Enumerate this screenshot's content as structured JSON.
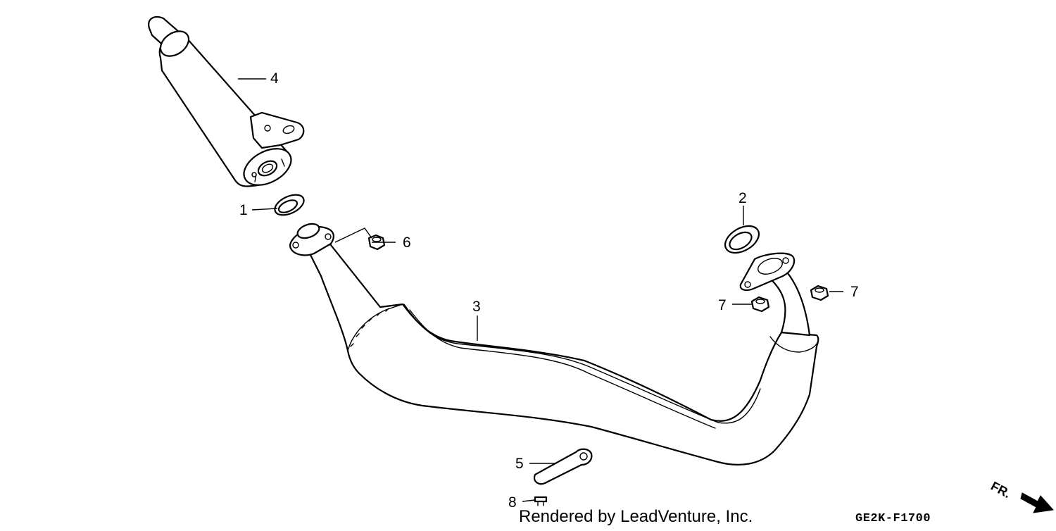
{
  "diagram": {
    "callouts": [
      {
        "id": "1",
        "label": "1"
      },
      {
        "id": "2",
        "label": "2"
      },
      {
        "id": "3",
        "label": "3"
      },
      {
        "id": "4",
        "label": "4"
      },
      {
        "id": "5",
        "label": "5"
      },
      {
        "id": "6",
        "label": "6"
      },
      {
        "id": "7a",
        "label": "7"
      },
      {
        "id": "7b",
        "label": "7"
      },
      {
        "id": "8",
        "label": "8"
      }
    ],
    "credit": "Rendered by LeadVenture, Inc.",
    "diagram_code": "GE2K-F1700",
    "direction_label": "FR."
  }
}
